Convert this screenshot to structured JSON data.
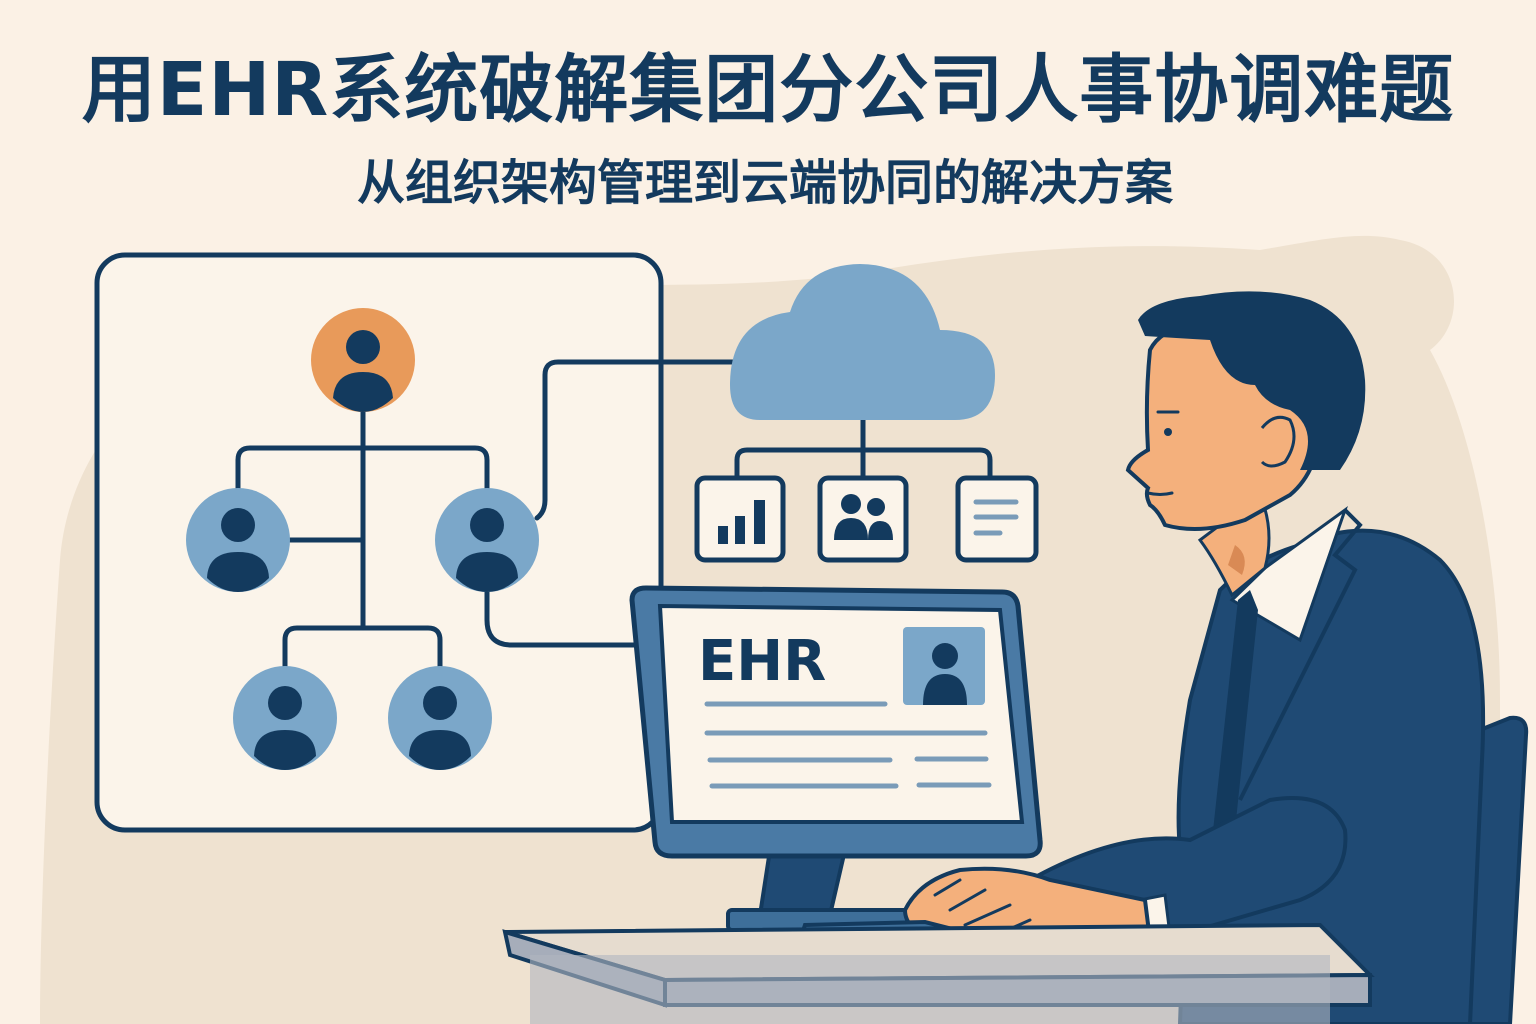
{
  "header": {
    "title": "用EHR系统破解集团分公司人事协调难题",
    "subtitle": "从组织架构管理到云端协同的解决方案"
  },
  "org_chart": {
    "root": {
      "role": "head-office",
      "color": "#e89a5a"
    },
    "branches": [
      {
        "role": "branch-left",
        "color": "#7ba7c9"
      },
      {
        "role": "branch-right",
        "color": "#7ba7c9"
      },
      {
        "role": "sub-branch-left",
        "color": "#7ba7c9"
      },
      {
        "role": "sub-branch-right",
        "color": "#7ba7c9"
      }
    ]
  },
  "cloud": {
    "icons": [
      "bar-chart-icon",
      "people-group-icon",
      "document-list-icon"
    ]
  },
  "monitor": {
    "screen_label": "EHR"
  },
  "colors": {
    "background": "#fbf1e5",
    "backdrop": "#efe2d0",
    "navy": "#133a5e",
    "suit": "#1f4a74",
    "light_blue": "#7ba7c9",
    "orange": "#e89a5a",
    "skin": "#f4b07c",
    "desk": "#a6adba"
  }
}
